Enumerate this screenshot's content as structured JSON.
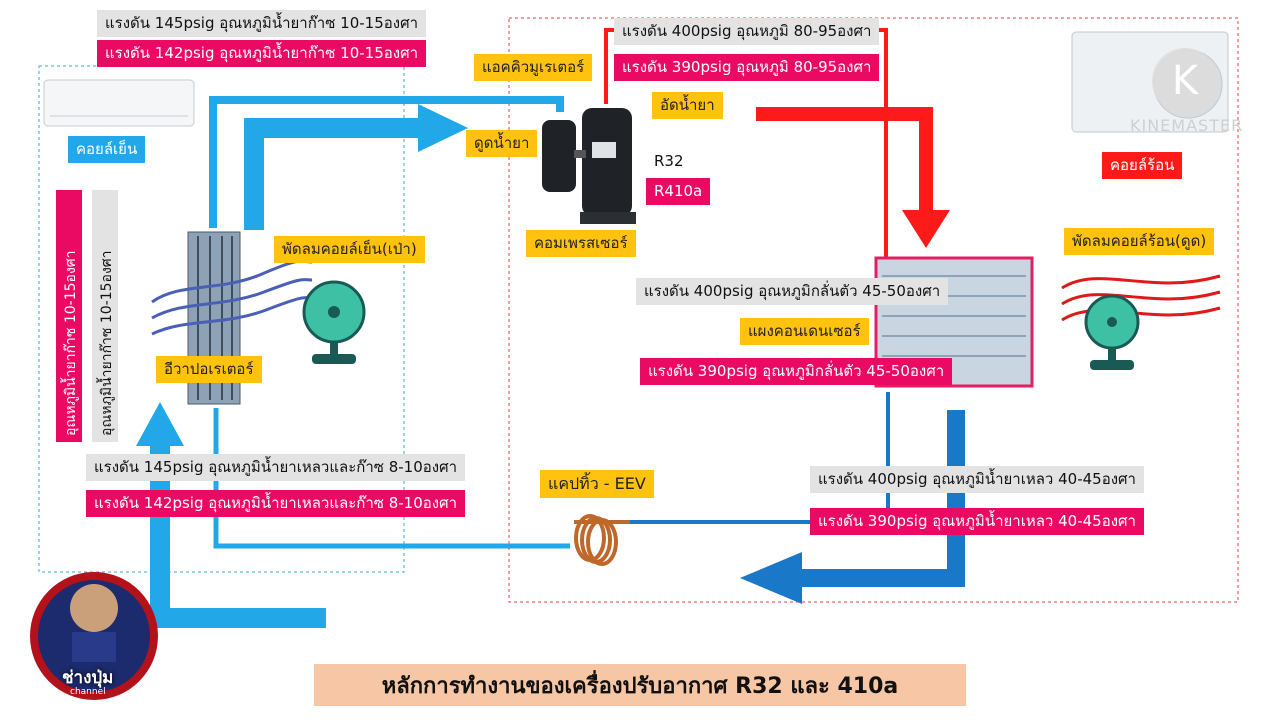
{
  "title": "หลักการทำงานของเครื่องปรับอากาศ R32 และ 410a",
  "labels": {
    "suction_gray": "แรงดัน 145psig อุณหภูมิน้ำยาก๊าซ 10-15องศา",
    "suction_pink": "แรงดัน 142psig อุณหภูมิน้ำยาก๊าซ 10-15องศา",
    "accumulator": "แอคคิวมูเรเตอร์",
    "suction": "ดูดน้ำยา",
    "discharge_gray": "แรงดัน 400psig อุณหภูมิ 80-95องศา",
    "discharge_pink": "แรงดัน 390psig อุณหภูมิ 80-95องศา",
    "compress": "อัดน้ำยา",
    "r32": "R32",
    "r410a": "R410a",
    "compressor": "คอมเพรสเซอร์",
    "indoor_coil": "คอยล์เย็น",
    "outdoor_coil": "คอยล์ร้อน",
    "indoor_fan": "พัดลมคอยล์เย็น(เป่า)",
    "outdoor_fan": "พัดลมคอยล์ร้อน(ดูด)",
    "evaporator": "อีวาปอเรเตอร์",
    "condenser": "แผงคอนเดนเซอร์",
    "cond_gray": "แรงดัน 400psig อุณหภูมิกลั่นตัว 45-50องศา",
    "cond_pink": "แรงดัน 390psig อุณหภูมิกลั่นตัว 45-50องศา",
    "evap_vert_gray": "อุณหภูมิน้ำยาก๊าซ 10-15องศา",
    "evap_vert_pink": "อุณหภูมิน้ำยาก๊าซ 10-15องศา",
    "liquid_low_gray": "แรงดัน 145psig อุณหภูมิน้ำยาเหลวและก๊าซ 8-10องศา",
    "liquid_low_pink": "แรงดัน 142psig อุณหภูมิน้ำยาเหลวและก๊าซ 8-10องศา",
    "capillary": "แคปทิ้ว - EEV",
    "liquid_high_gray": "แรงดัน 400psig อุณหภูมิน้ำยาเหลว 40-45องศา",
    "liquid_high_pink": "แรงดัน 390psig อุณหภูมิน้ำยาเหลว 40-45องศา"
  },
  "watermark": {
    "text": "KINEMASTER",
    "letter": "K"
  },
  "logo": {
    "name": "ช่างปุ่ม",
    "sub": "channel"
  },
  "colors": {
    "cold": "#22a8e8",
    "hot": "#ff1a1a",
    "liquid": "#1a78c8",
    "gray": "#e3e3e3",
    "pink": "#ea0a63",
    "yellow": "#ffc20e"
  }
}
